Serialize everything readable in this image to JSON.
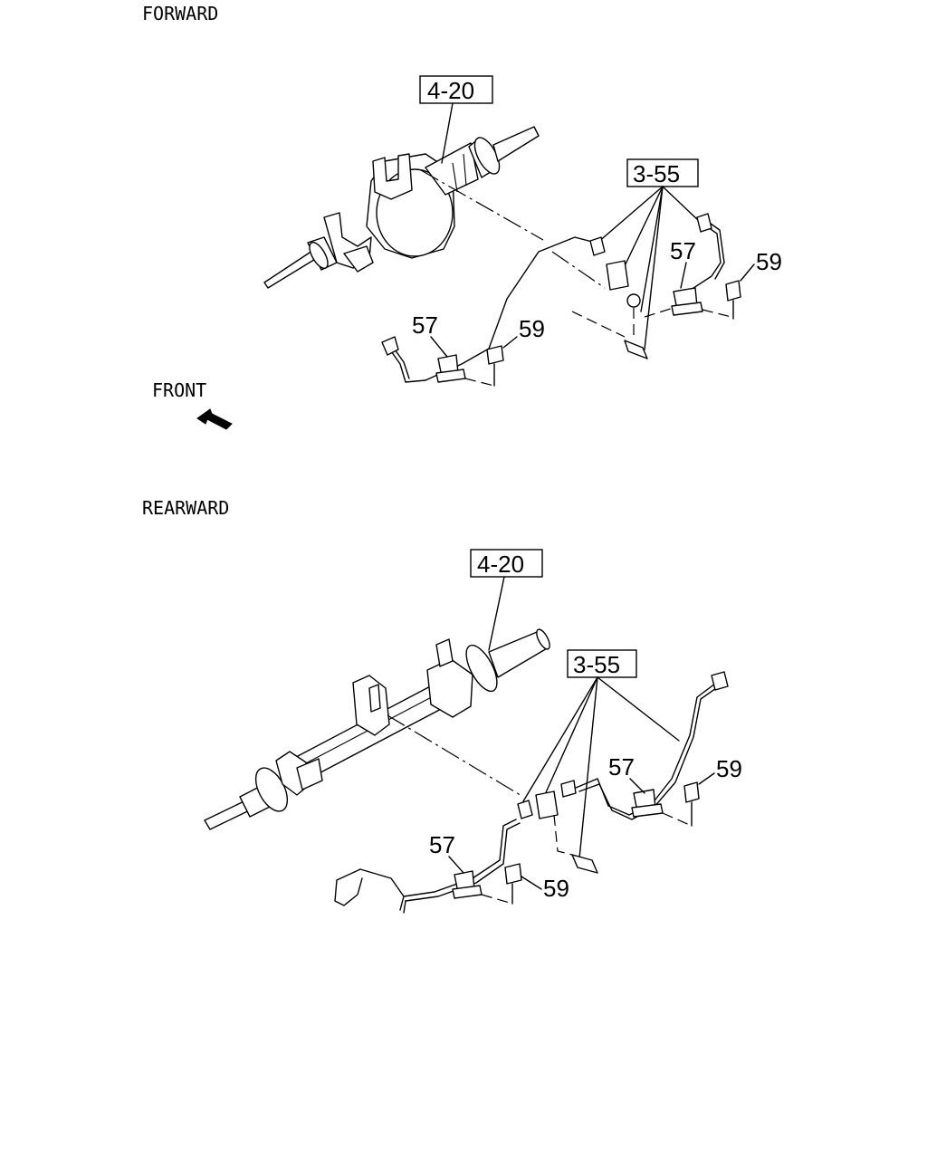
{
  "sections": [
    {
      "heading": "FORWARD",
      "front_label": "FRONT",
      "refs": [
        "4-20",
        "3-55"
      ],
      "callouts": [
        "57",
        "57",
        "59",
        "59"
      ]
    },
    {
      "heading": "REARWARD",
      "refs": [
        "4-20",
        "3-55"
      ],
      "callouts": [
        "57",
        "57",
        "59",
        "59"
      ]
    }
  ]
}
